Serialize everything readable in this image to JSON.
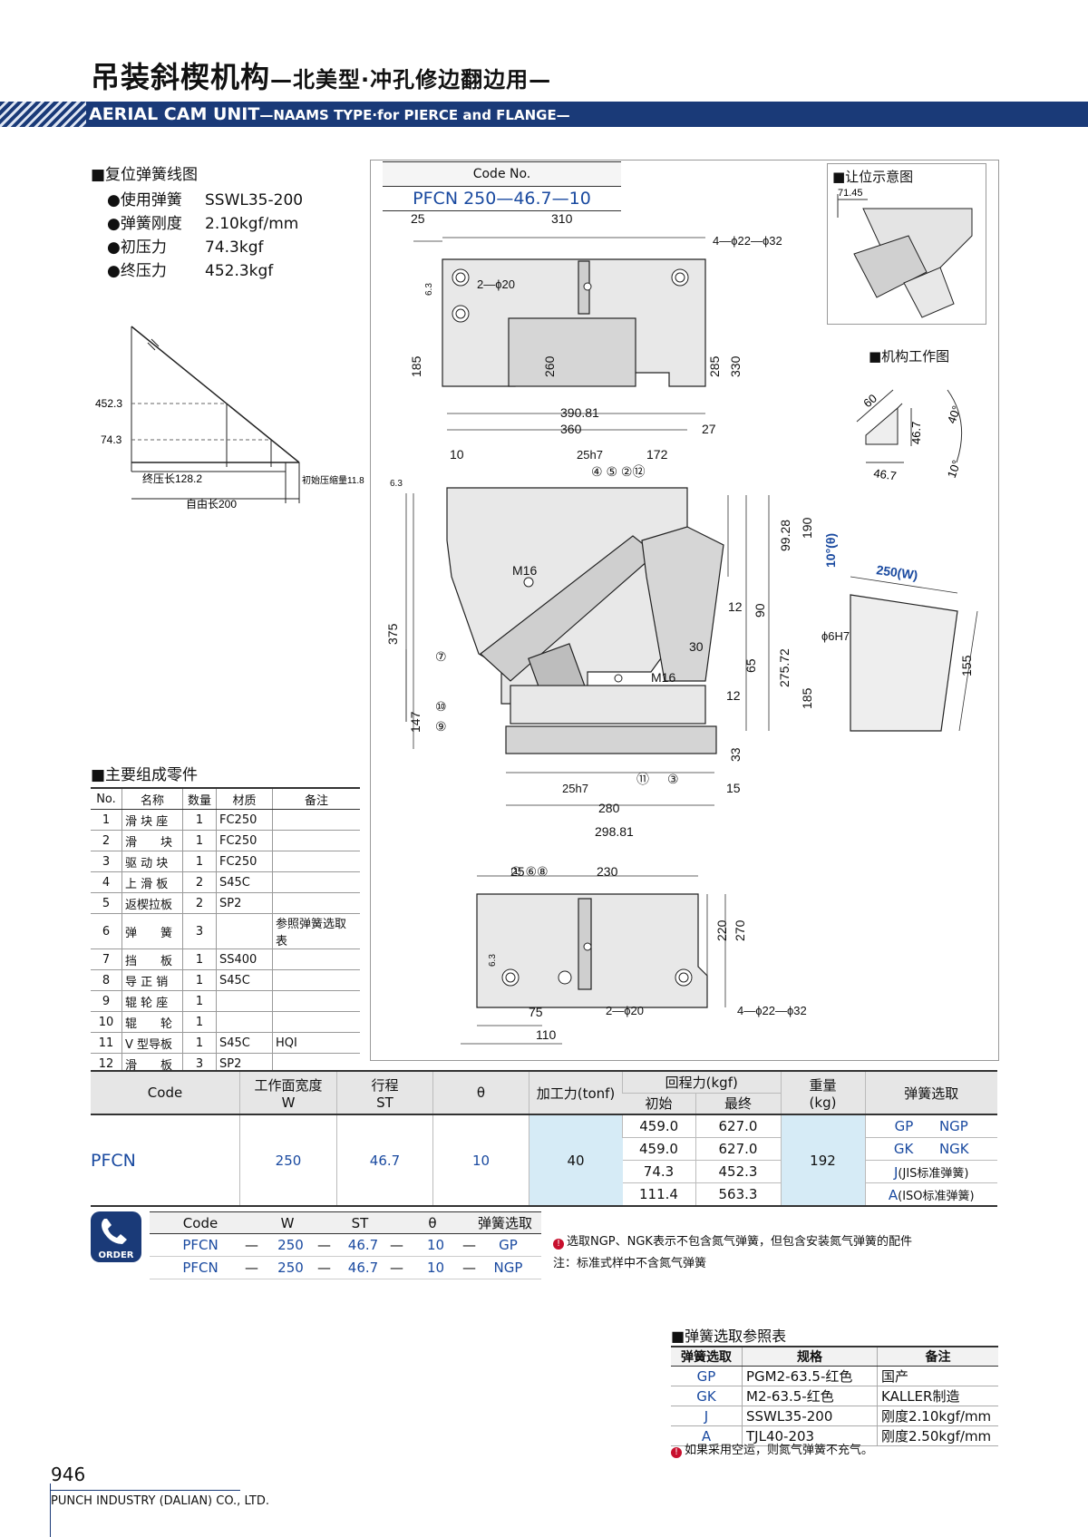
{
  "header": {
    "title": "吊装斜楔机构",
    "title_sub": "—北美型·冲孔修边翻边用—",
    "band_title": "AERIAL CAM UNIT",
    "band_sub": "—NAAMS TYPE·for PIERCE and FLANGE—"
  },
  "spring_curve": {
    "heading": "■复位弹簧线图",
    "items": [
      {
        "k": "●使用弹簧",
        "v": "SSWL35-200"
      },
      {
        "k": "●弹簧刚度",
        "v": "2.10kgf/mm"
      },
      {
        "k": "●初压力",
        "v": "74.3kgf"
      },
      {
        "k": "●终压力",
        "v": "452.3kgf"
      }
    ],
    "y_high": "452.3",
    "y_low": "74.3",
    "final_len": "终压长128.2",
    "free_len": "自由长200",
    "init_comp": "初始压缩量11.8"
  },
  "code_box": {
    "label": "Code No.",
    "value": "PFCN 250—46.7—10"
  },
  "inset": {
    "clearance": "■让位示意图",
    "clearance_dim": "71.45",
    "mechanism": "■机构工作图",
    "d60": "60",
    "d467a": "46.7",
    "d467b": "46.7",
    "d40": "40°",
    "d10": "10°"
  },
  "dims": {
    "top": {
      "d25": "25",
      "d310": "310",
      "holes4": "4—ϕ22—ϕ32",
      "holes2": "2—ϕ20",
      "d185": "185",
      "d260": "260",
      "d285": "285",
      "d330": "330",
      "r63": "6.3"
    },
    "front": {
      "d39081": "390.81",
      "d360": "360",
      "d27": "27",
      "d10": "10",
      "d25h7": "25h7",
      "d172": "172",
      "d9928": "99.28",
      "d190": "190",
      "theta": "10°(θ)",
      "m16a": "M16",
      "m16b": "M16",
      "d375": "375",
      "d147": "147",
      "d12a": "12",
      "d90": "90",
      "d30": "30",
      "d12b": "12",
      "d65": "65",
      "d27572": "275.72",
      "d185": "185",
      "d33": "33",
      "d6h7": "ϕ6H7",
      "d25h7b": "25h7",
      "d280": "280",
      "d29881": "298.81",
      "d15": "15",
      "w250": "250(W)",
      "d155": "155",
      "r63": "6.3"
    },
    "bottom": {
      "d25": "25",
      "d230": "230",
      "d220": "220",
      "d270": "270",
      "d75": "75",
      "d110": "110",
      "holes2": "2—ϕ20",
      "holes4": "4—ϕ22—ϕ32",
      "r63": "6.3"
    },
    "callouts": [
      "①",
      "⑥⑧",
      "④",
      "⑤",
      "②⑫",
      "⑦",
      "⑩",
      "⑨",
      "⑪",
      "③"
    ]
  },
  "parts": {
    "heading": "■主要组成零件",
    "columns": [
      "No.",
      "名称",
      "数量",
      "材质",
      "备注"
    ],
    "rows": [
      [
        "1",
        "滑 块 座",
        "1",
        "FC250",
        ""
      ],
      [
        "2",
        "滑　　块",
        "1",
        "FC250",
        ""
      ],
      [
        "3",
        "驱 动 块",
        "1",
        "FC250",
        ""
      ],
      [
        "4",
        "上 滑 板",
        "2",
        "S45C",
        ""
      ],
      [
        "5",
        "返楔拉板",
        "2",
        "SP2",
        ""
      ],
      [
        "6",
        "弹　　簧",
        "3",
        "",
        "参照弹簧选取表"
      ],
      [
        "7",
        "挡　　板",
        "1",
        "SS400",
        ""
      ],
      [
        "8",
        "导 正 销",
        "1",
        "S45C",
        ""
      ],
      [
        "9",
        "辊 轮 座",
        "1",
        "",
        ""
      ],
      [
        "10",
        "辊　　轮",
        "1",
        "",
        ""
      ],
      [
        "11",
        "V 型导板",
        "1",
        "S45C",
        "HQI"
      ],
      [
        "12",
        "滑　　板",
        "3",
        "SP2",
        ""
      ]
    ]
  },
  "main_table": {
    "h_code": "Code",
    "h_w": "工作面宽度",
    "h_w2": "W",
    "h_st": "行程",
    "h_st2": "ST",
    "h_theta": "θ",
    "h_force": "加工力(tonf)",
    "h_return": "回程力(kgf)",
    "h_init": "初始",
    "h_final": "最终",
    "h_weight": "重量",
    "h_weight2": "(kg)",
    "h_spring": "弹簧选取",
    "code": "PFCN",
    "w": "250",
    "st": "46.7",
    "theta": "10",
    "force": "40",
    "weight": "192",
    "rows": [
      {
        "init": "459.0",
        "final": "627.0",
        "s1": "GP",
        "s2": "NGP"
      },
      {
        "init": "459.0",
        "final": "627.0",
        "s1": "GK",
        "s2": "NGK"
      },
      {
        "init": "74.3",
        "final": "452.3",
        "s1": "J",
        "s2": "(JIS标准弹簧)"
      },
      {
        "init": "111.4",
        "final": "563.3",
        "s1": "A",
        "s2": "(ISO标准弹簧)"
      }
    ]
  },
  "order": {
    "icon": "ORDER",
    "columns": [
      "Code",
      "W",
      "ST",
      "θ",
      "弹簧选取"
    ],
    "rows": [
      [
        "PFCN",
        "250",
        "46.7",
        "10",
        "GP"
      ],
      [
        "PFCN",
        "250",
        "46.7",
        "10",
        "NGP"
      ]
    ],
    "dash": "—",
    "note1": "选取NGP、NGK表示不包含氮气弹簧，但包含安装氮气弹簧的配件",
    "note2": "注：标准式样中不含氮气弹簧"
  },
  "spring_ref": {
    "heading": "■弹簧选取参照表",
    "columns": [
      "弹簧选取",
      "规格",
      "备注"
    ],
    "rows": [
      [
        "GP",
        "PGM2-63.5-红色",
        "国产"
      ],
      [
        "GK",
        "M2-63.5-红色",
        "KALLER制造"
      ],
      [
        "J",
        "SSWL35-200",
        "刚度2.10kgf/mm"
      ],
      [
        "A",
        "TJL40-203",
        "刚度2.50kgf/mm"
      ]
    ],
    "note": "如果采用空运，则氮气弹簧不充气。"
  },
  "footer": {
    "page": "946",
    "company": "PUNCH INDUSTRY (DALIAN) CO., LTD."
  }
}
